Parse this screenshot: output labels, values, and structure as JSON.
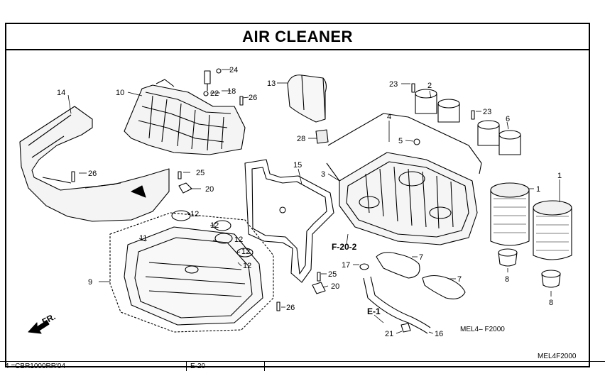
{
  "title": "AIR CLEANER",
  "callouts": {
    "c1a": "1",
    "c1b": "1",
    "c2": "2",
    "c3": "3",
    "c4": "4",
    "c5": "5",
    "c6": "6",
    "c7a": "7",
    "c7b": "7",
    "c8a": "8",
    "c8b": "8",
    "c9": "9",
    "c10": "10",
    "c11": "11",
    "c12a": "12",
    "c12b": "12",
    "c12c": "12",
    "c12d": "12",
    "c12e": "12",
    "c13": "13",
    "c14": "14",
    "c15": "15",
    "c16": "16",
    "c17": "17",
    "c18": "18",
    "c20a": "20",
    "c20b": "20",
    "c21": "21",
    "c22": "22",
    "c23a": "23",
    "c23b": "23",
    "c24": "24",
    "c25a": "25",
    "c25b": "25",
    "c26a": "26",
    "c26b": "26",
    "c26c": "26",
    "c28": "28"
  },
  "refs": {
    "f20_2": "F-20-2",
    "e1": "E-1"
  },
  "front_label": "FR.",
  "drawing_code_inner": "MEL4– F2000",
  "drawing_code": "MEL4F2000",
  "footer": {
    "model": "4 =CBR1000RR'04",
    "page": "E-20"
  }
}
